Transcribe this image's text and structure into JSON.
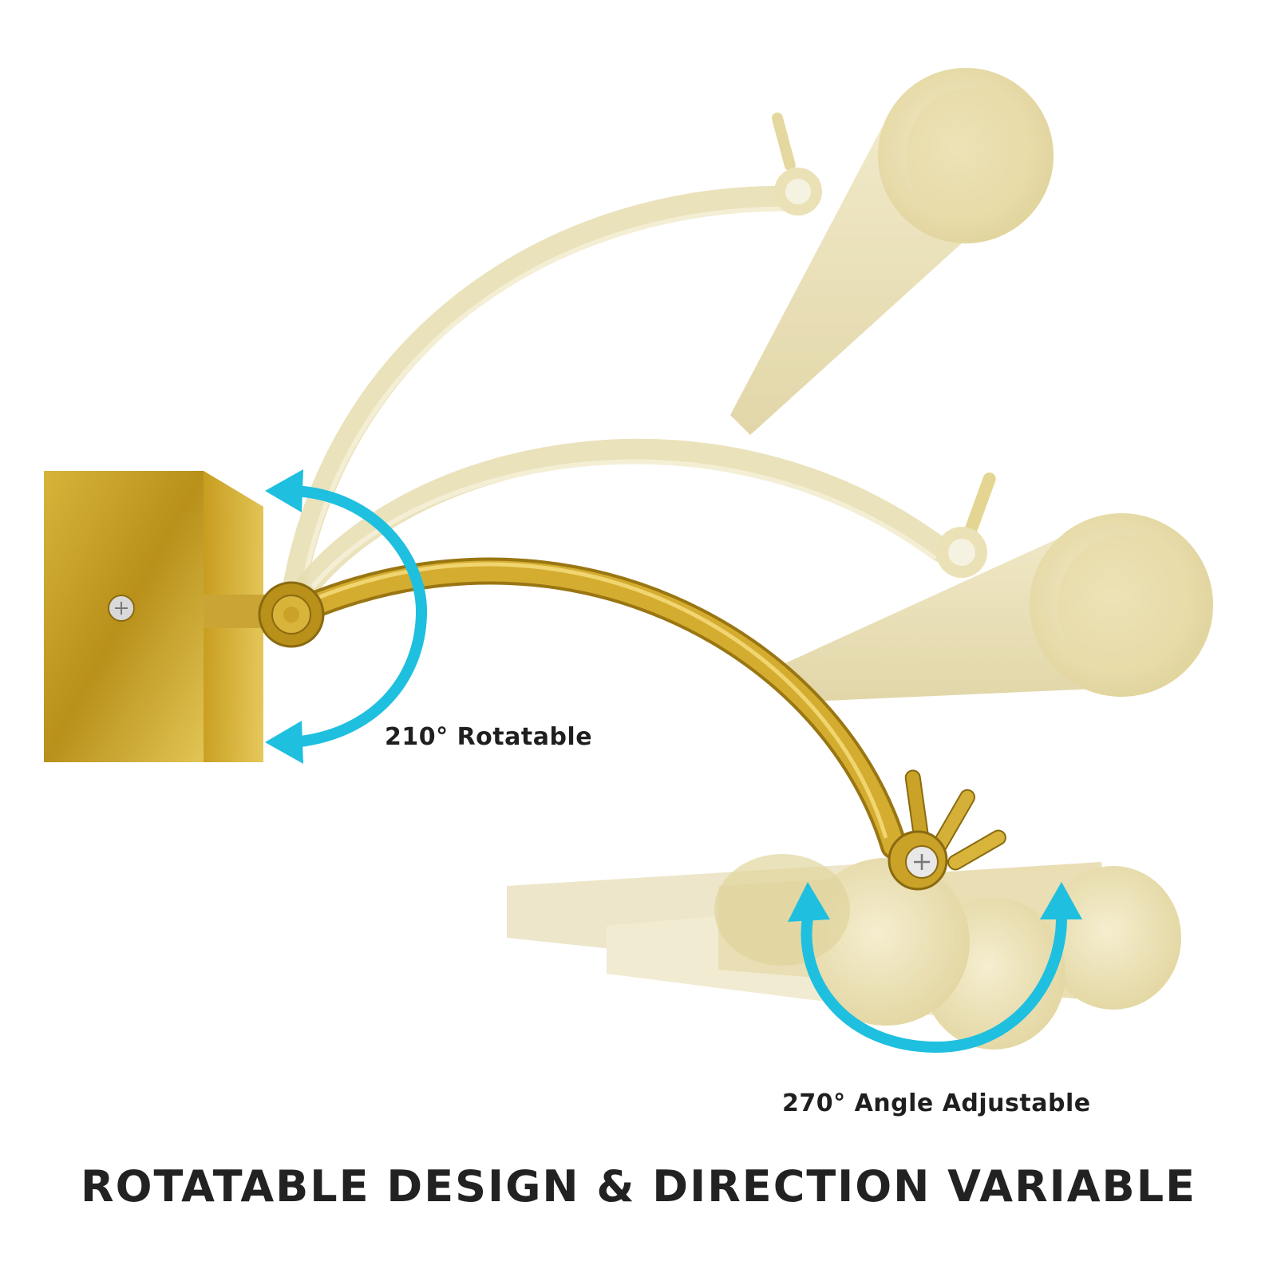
{
  "labels": {
    "rotatable": "210° Rotatable",
    "angle_adjustable": "270° Angle Adjustable",
    "headline": "ROTATABLE DESIGN & DIRECTION VARIABLE"
  },
  "colors": {
    "gold": "#c9a227",
    "gold_dark": "#8a6a10",
    "gold_light": "#e8cf6a",
    "ghost_gold": "#e9e0b4",
    "ghost_gold_dark": "#d8cc92",
    "arrow_cyan": "#1fbfe0",
    "text": "#222222"
  },
  "icons": {
    "rotation_arrow": "curved-double-arrow-icon",
    "screw": "phillips-screw-icon"
  }
}
